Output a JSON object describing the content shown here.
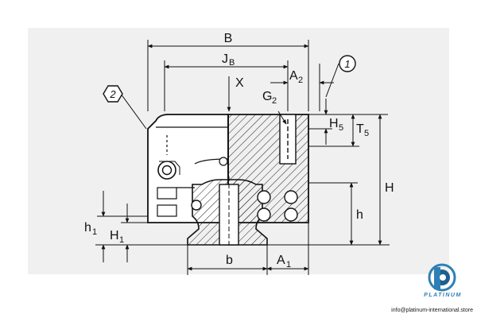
{
  "labels": {
    "B": "B",
    "JB": "J",
    "JB_sub": "B",
    "X": "X",
    "A2": "A",
    "A2_sub": "2",
    "G2": "G",
    "G2_sub": "2",
    "H5": "H",
    "H5_sub": "5",
    "T5": "T",
    "T5_sub": "5",
    "H": "H",
    "h": "h",
    "h1": "h",
    "h1_sub": "1",
    "H1": "H",
    "H1_sub": "1",
    "b": "b",
    "A1": "A",
    "A1_sub": "1"
  },
  "callouts": [
    "1",
    "2"
  ],
  "brand": {
    "word": "PLATINUM",
    "email": "info@platinum-international.store"
  },
  "colors": {
    "line": "#1a1a1a",
    "panel": "#f0f0f0",
    "brand_blue": "#2f7fb4"
  }
}
